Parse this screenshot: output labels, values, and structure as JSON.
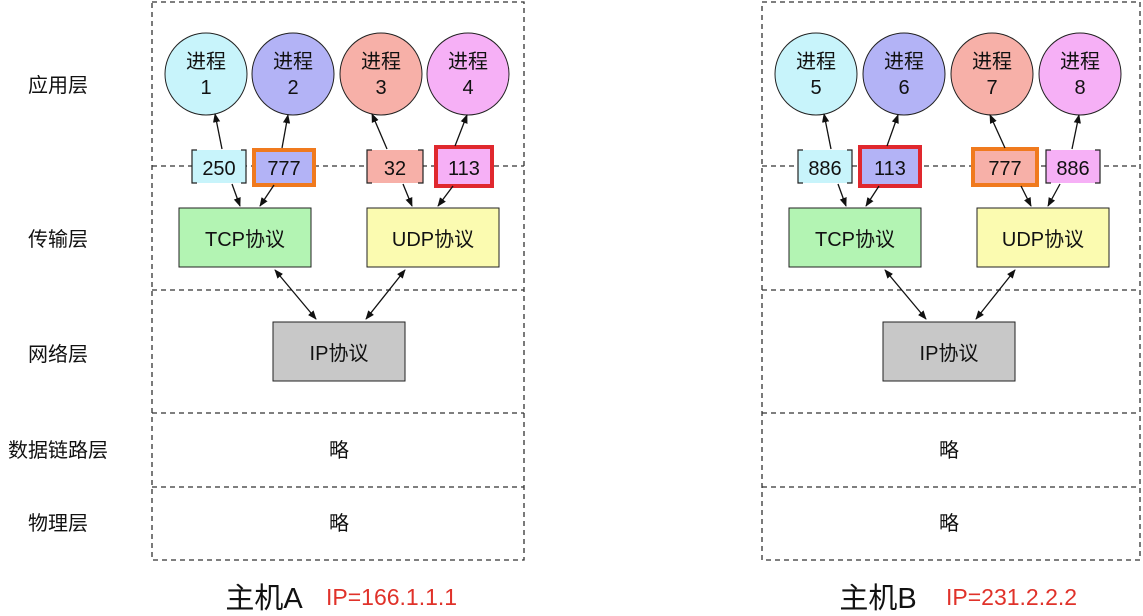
{
  "layers": {
    "application": "应用层",
    "transport": "传输层",
    "network": "网络层",
    "datalink": "数据链路层",
    "physical": "物理层"
  },
  "common": {
    "omitted": "略",
    "tcp": "TCP协议",
    "udp": "UDP协议",
    "ip": "IP协议",
    "process_word": "进程"
  },
  "hostA": {
    "name": "主机A",
    "ip": "IP=166.1.1.1",
    "processes": [
      {
        "num": "1",
        "color": "#c8f4fb"
      },
      {
        "num": "2",
        "color": "#b3b3f6"
      },
      {
        "num": "3",
        "color": "#f7b0a8"
      },
      {
        "num": "4",
        "color": "#f6b0f6"
      }
    ],
    "ports": [
      "250",
      "777",
      "32",
      "113"
    ]
  },
  "hostB": {
    "name": "主机B",
    "ip": "IP=231.2.2.2",
    "processes": [
      {
        "num": "5",
        "color": "#c8f4fb"
      },
      {
        "num": "6",
        "color": "#b3b3f6"
      },
      {
        "num": "7",
        "color": "#f7b0a8"
      },
      {
        "num": "8",
        "color": "#f6b0f6"
      }
    ],
    "ports": [
      "886",
      "113",
      "777",
      "886"
    ]
  },
  "colors": {
    "tcp": "#b3f4b3",
    "udp": "#fbfbb0",
    "ip": "#c8c8c8",
    "highlight_red": "#e0282e",
    "highlight_orange": "#f07a1e",
    "ip_text": "#e0322a"
  }
}
